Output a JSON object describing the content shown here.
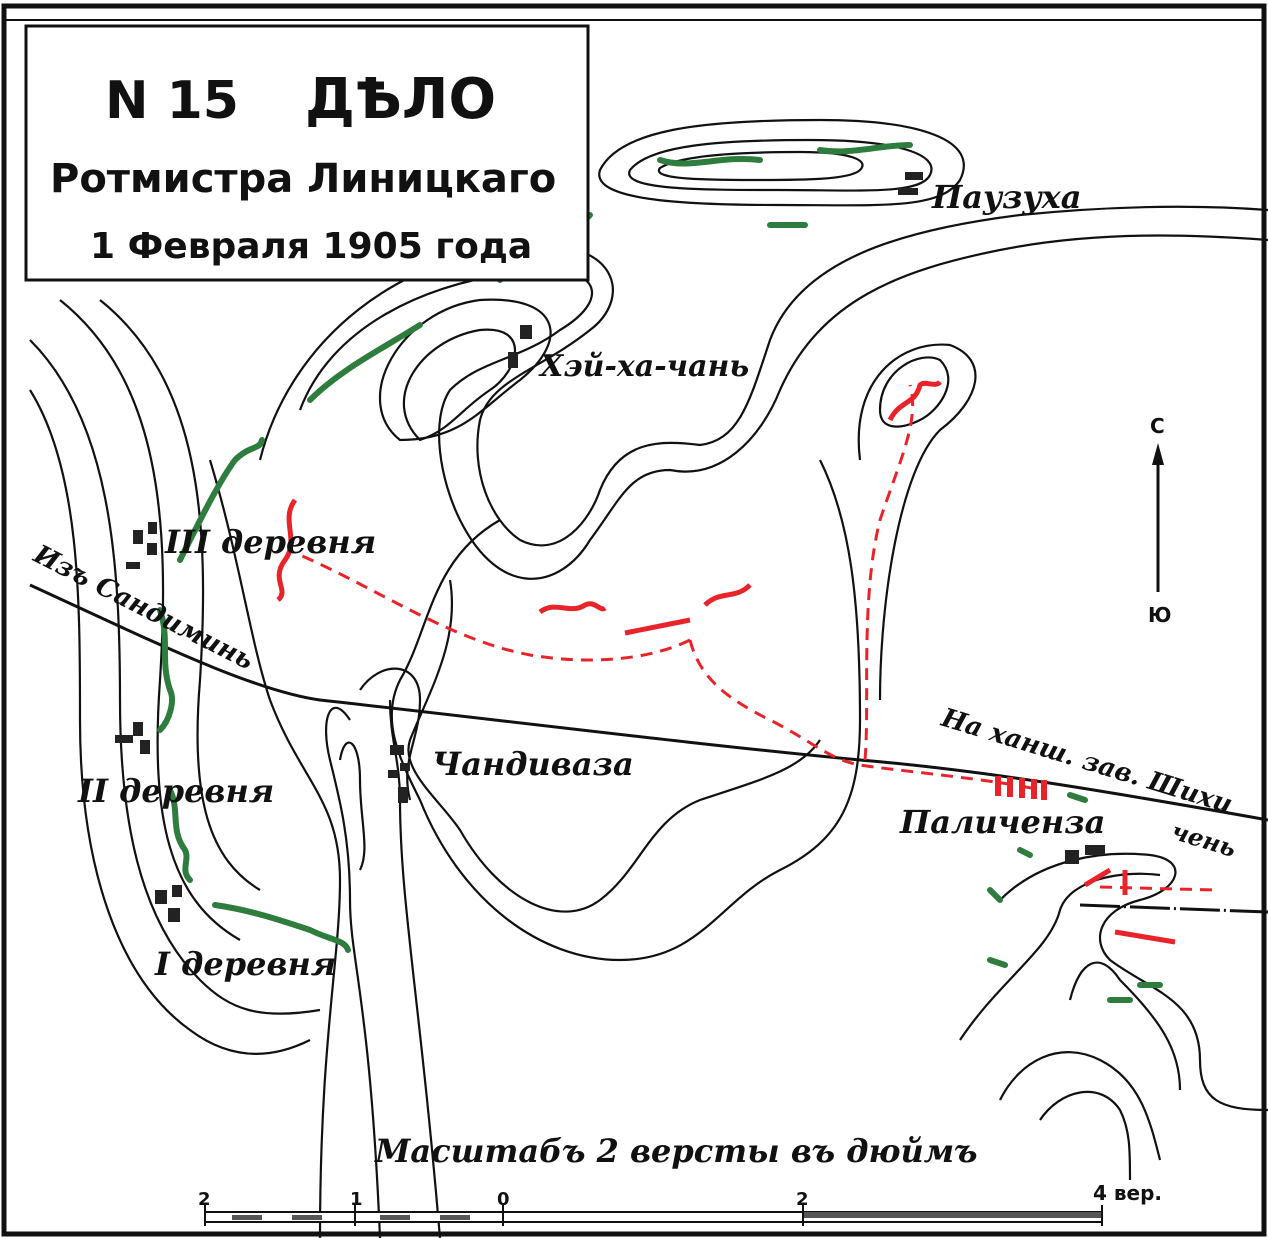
{
  "title_box": {
    "number": "N 15",
    "heading": "ДѢЛО",
    "subtitle": "Ротмистра Линицкаго",
    "date": "1 Февраля 1905 года"
  },
  "places": {
    "pauzukha": "Паузуха",
    "hei_ha_chan": "Хэй-ха-чань",
    "village_3": "III деревня",
    "village_2": "II деревня",
    "village_1": "I деревня",
    "chandivaza": "Чандиваза",
    "palichenza": "Паличенза"
  },
  "roads": {
    "from_west": "Изъ Сандиминь",
    "to_east": "На ханш. зав. Шихи",
    "to_east_2": "чень"
  },
  "compass": {
    "north": "С",
    "south": "Ю"
  },
  "scale": {
    "caption": "Масштабъ 2 версты въ дюймъ",
    "ticks": [
      "2",
      "1",
      "0",
      "2",
      "4 вер."
    ]
  },
  "colors": {
    "russian": "#e8242a",
    "japanese": "#2e7d3e",
    "ink": "#111111"
  }
}
